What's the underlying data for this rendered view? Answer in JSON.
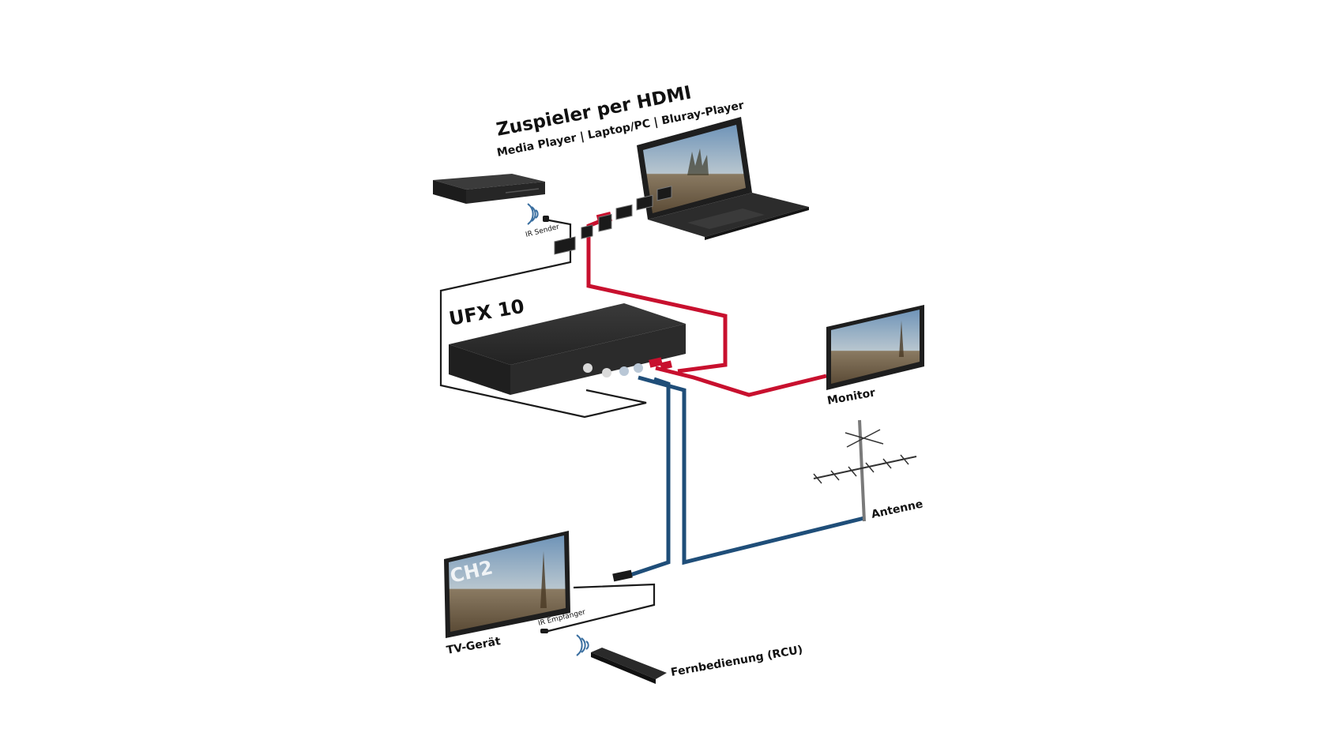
{
  "title": "Zuspieler per HDMI",
  "subtitle": "Media Player | Laptop/PC | Bluray-Player",
  "devices": {
    "ufx": "UFX 10",
    "monitor": "Monitor",
    "antenne": "Antenne",
    "tv": "TV-Gerät",
    "tv_screen_text": "CH2",
    "rcu": "Fernbedienung (RCU)",
    "ir_sender": "IR Sender",
    "ir_receiver": "IR Empfänger"
  },
  "colors": {
    "hdmi_cable": "#c8102e",
    "coax_cable": "#1f4e79",
    "ir_cable": "#1a1a1a",
    "device_body": "#2a2a2a",
    "ir_waves": "#3a6fa0"
  }
}
